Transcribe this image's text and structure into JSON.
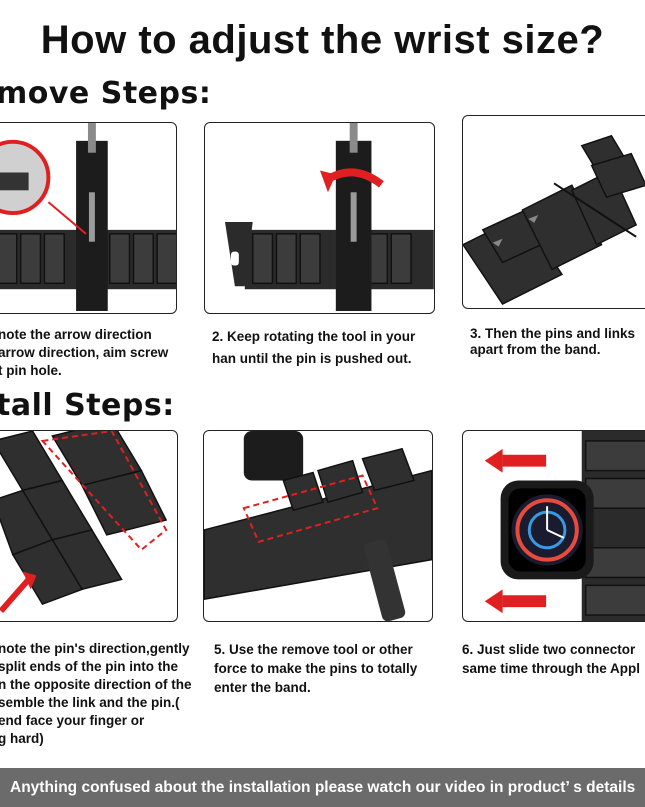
{
  "title": "How to adjust the wrist size?",
  "remove_section": {
    "heading": "move Steps:",
    "steps": [
      {
        "text": "note the arrow direction\narrow direction, aim screw\nt pin hole."
      },
      {
        "text": "2. Keep rotating the tool in your\nhan until the pin is pushed out."
      },
      {
        "text": "3. Then the pins and links\napart from the band."
      }
    ]
  },
  "install_section": {
    "heading": "tall Steps:",
    "steps": [
      {
        "text": "note the pin's direction,gently\nsplit ends of the pin into the\nn the opposite direction  of the\nsemble the link and the pin.(\nend face your finger or\ng hard)"
      },
      {
        "text": "5. Use the remove tool or other\nforce to make the pins to totally\nenter the band."
      },
      {
        "text": "6.  Just slide two connector\nsame time through the Appl"
      }
    ]
  },
  "footer": "Anything confused about the installation please watch our video in product’ s details",
  "colors": {
    "band": "#2b2b2b",
    "band_light": "#4a4a4a",
    "accent_red": "#e02020",
    "footer_bg": "#6b6b6b"
  }
}
